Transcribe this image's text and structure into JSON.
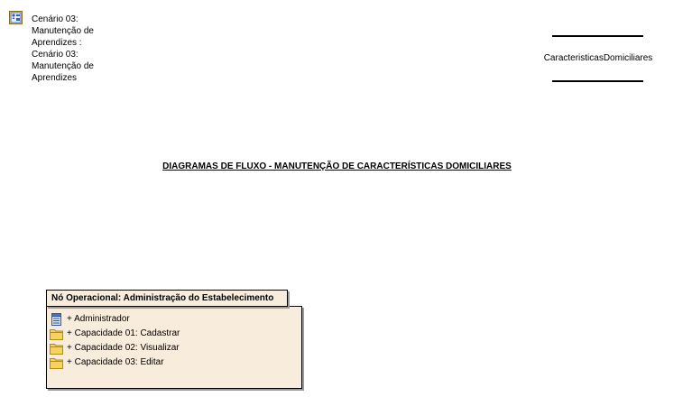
{
  "scenario": {
    "icon": "scenario-icon",
    "lines": [
      "Cenário 03:",
      "Manutenção de",
      "Aprendizes :",
      "Cenário 03:",
      "Manutenção de",
      "Aprendizes"
    ]
  },
  "datastore": {
    "label": "CaracteristicasDomiciliares"
  },
  "diagram_title": "DIAGRAMAS DE FLUXO - MANUTENÇÃO DE CARACTERÍSTICAS DOMICILIARES",
  "operational_node": {
    "title": "Nó Operacional: Administração do Estabelecimento",
    "fill_color": "#f8ecdc",
    "items": [
      {
        "icon": "actor-class-icon",
        "label": "+ Administrador"
      },
      {
        "icon": "folder-icon",
        "label": "+ Capacidade 01: Cadastrar"
      },
      {
        "icon": "folder-icon",
        "label": "+ Capacidade 02: Visualizar"
      },
      {
        "icon": "folder-icon",
        "label": "+ Capacidade 03: Editar"
      }
    ]
  }
}
